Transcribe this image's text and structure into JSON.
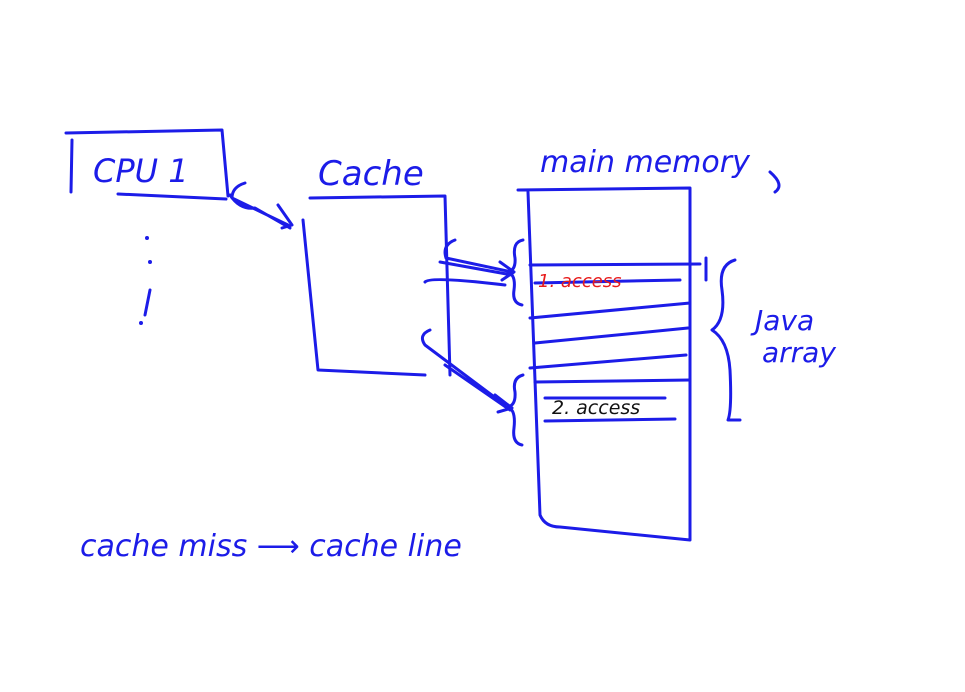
{
  "colors": {
    "ink": "#1c1ce8",
    "first_access": "#e81c1c",
    "second_access": "#111111"
  },
  "cpu": {
    "label": "CPU 1",
    "ellipsis": ":"
  },
  "cache": {
    "label": "Cache"
  },
  "memory": {
    "label": "main memory",
    "first_access": "1. access",
    "second_access": "2. access"
  },
  "array": {
    "label_line1": "Java",
    "label_line2": "array"
  },
  "caption": {
    "text": "cache miss ⟶ cache line"
  }
}
